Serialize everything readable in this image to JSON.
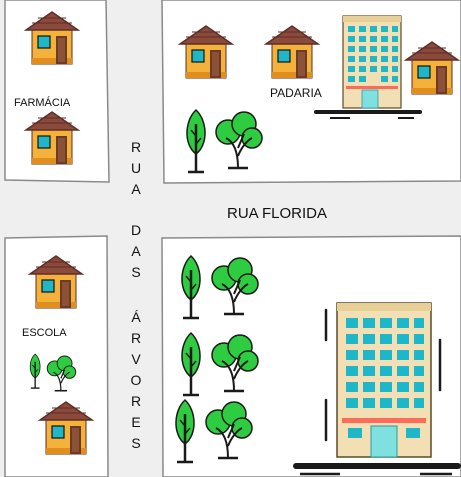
{
  "map": {
    "colors": {
      "block": "#ffffff",
      "street": "#efefef",
      "border": "#8a8a8a",
      "roof": "#8b4a3c",
      "roof_line": "#5c2e25",
      "wall": "#f4b23a",
      "wall_dark": "#e08f1f",
      "door": "#6b3b2a",
      "window": "#1fb7c7",
      "tree_green": "#2ecc40",
      "tree_dark": "#1a1a1a",
      "building": "#f2dfb4",
      "building_window": "#1fb7c7",
      "building_door": "#7fe0e0",
      "building_trim": "#ff6b5a"
    },
    "labels": {
      "farmacia": "FARMÁCIA",
      "padaria": "PADARIA",
      "escola": "ESCOLA",
      "rua_florida": "RUA FLORIDA",
      "rua_das_arvores": [
        "R",
        "U",
        "A",
        "D",
        "A",
        "S",
        "Á",
        "R",
        "V",
        "O",
        "R",
        "E",
        "S"
      ]
    },
    "icons": {
      "house": "house-icon",
      "tree_tall": "tall-tree-icon",
      "tree_round": "round-tree-icon",
      "building": "building-icon"
    }
  }
}
